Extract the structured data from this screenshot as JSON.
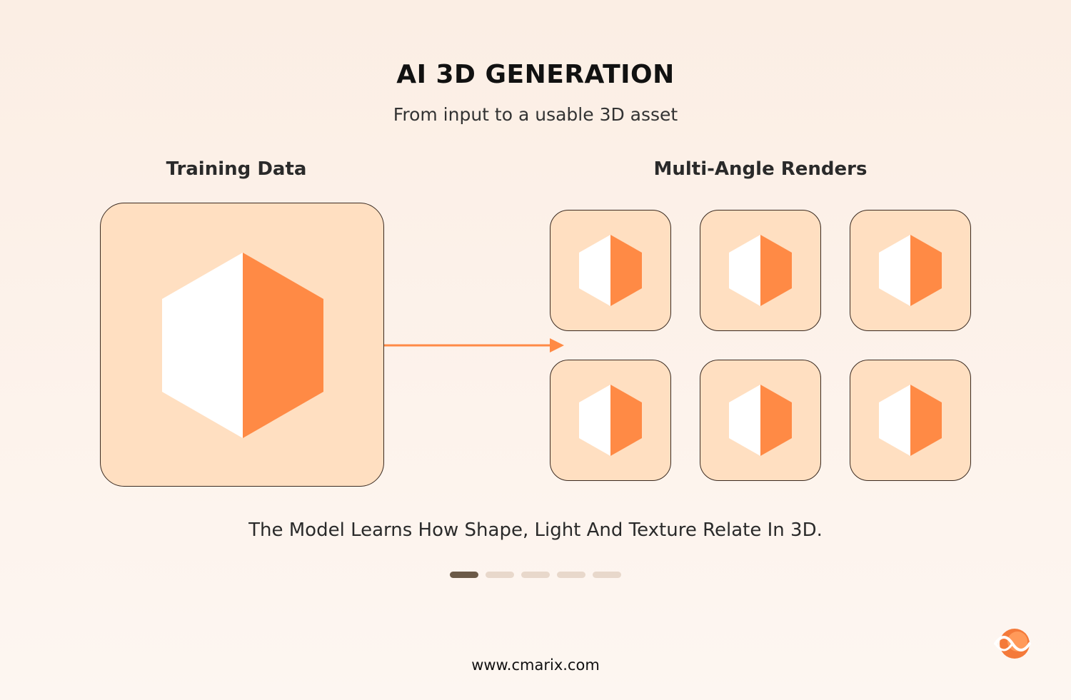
{
  "header": {
    "title": "AI 3D GENERATION",
    "subtitle": "From input to a usable 3D asset"
  },
  "sections": {
    "left_label": "Training Data",
    "right_label": "Multi-Angle Renders"
  },
  "caption": "The Model Learns How Shape, Light And Texture Relate In 3D.",
  "pagination": {
    "total": 5,
    "active_index": 0
  },
  "footer": {
    "url": "www.cmarix.com"
  },
  "colors": {
    "accent": "#ff8a45",
    "tile_fill": "#ffdfc1",
    "border": "#3a2a20",
    "dot_active": "#6b5a48",
    "dot_inactive": "#e8d8cb"
  },
  "icons": {
    "main": "hexagon-cube-icon",
    "render": "hexagon-cube-icon",
    "logo": "cmarix-logo-icon"
  }
}
